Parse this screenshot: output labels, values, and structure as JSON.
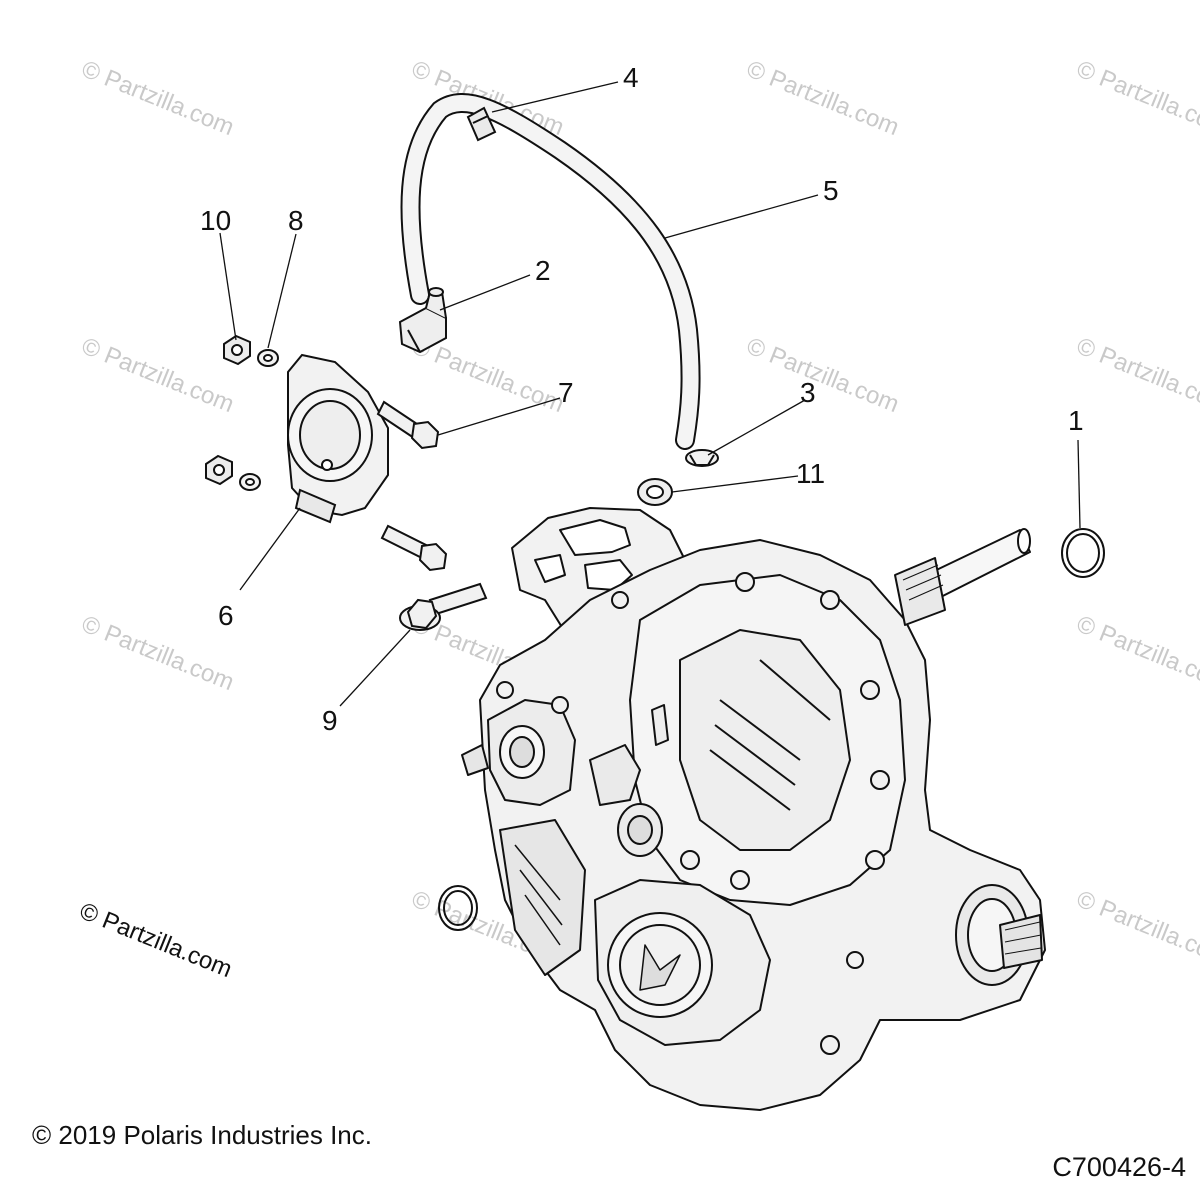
{
  "watermark_text": "© Partzilla.com",
  "main_watermark_text": "© Partzilla.com",
  "copyright": "© 2019 Polaris Industries Inc.",
  "diagram_code": "C700426-4",
  "colors": {
    "line": "#111111",
    "part_fill": "#f2f2f2",
    "shade": "#d6d6d6",
    "watermark": "#c9c9c9"
  },
  "callouts": [
    {
      "label": "1",
      "part": "o-ring (large)"
    },
    {
      "label": "2",
      "part": "breather fitting"
    },
    {
      "label": "3",
      "part": "hose clamp"
    },
    {
      "label": "4",
      "part": "hose clip"
    },
    {
      "label": "5",
      "part": "breather hose"
    },
    {
      "label": "6",
      "part": "shift position sensor"
    },
    {
      "label": "7",
      "part": "bolt"
    },
    {
      "label": "8",
      "part": "washer"
    },
    {
      "label": "9",
      "part": "bolt (flanged)"
    },
    {
      "label": "10",
      "part": "nut"
    },
    {
      "label": "11",
      "part": "plug"
    }
  ]
}
